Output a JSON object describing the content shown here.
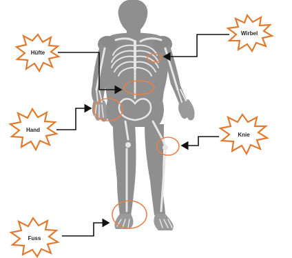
{
  "colors": {
    "background": "#ffffff",
    "skin": "#8f8f8f",
    "skin_light": "#b4b4b4",
    "bone": "#e6e6e6",
    "burst_stroke": "#e07a2f",
    "burst_fill": "#ffffff",
    "highlight": "#e8814a",
    "arrow": "#111111"
  },
  "labels": {
    "huefte": "Hüfte",
    "wirbel": "Wirbel",
    "hand": "Hand",
    "knie": "Knie",
    "fuss": "Fuss"
  },
  "icons": {
    "figure": "human-skeleton-figure",
    "burst": "starburst-callout-icon",
    "arrow": "elbow-arrow-icon"
  }
}
